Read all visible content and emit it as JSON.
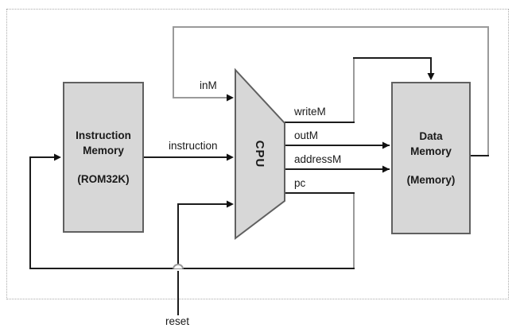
{
  "diagram": {
    "blocks": {
      "instruction_memory": {
        "title_line1": "Instruction",
        "title_line2": "Memory",
        "subtitle": "(ROM32K)"
      },
      "cpu": {
        "title": "CPU"
      },
      "data_memory": {
        "title_line1": "Data",
        "title_line2": "Memory",
        "subtitle": "(Memory)"
      }
    },
    "signals": {
      "inM": "inM",
      "instruction": "instruction",
      "writeM": "writeM",
      "outM": "outM",
      "addressM": "addressM",
      "pc": "pc",
      "reset": "reset"
    },
    "colors": {
      "box_fill": "#d7d7d7",
      "box_border": "#606060",
      "wire_dark": "#1c1c1c",
      "wire_gray": "#9a9a9a",
      "frame_dotted": "#aaaaaa",
      "text": "#1a1a1a"
    }
  }
}
